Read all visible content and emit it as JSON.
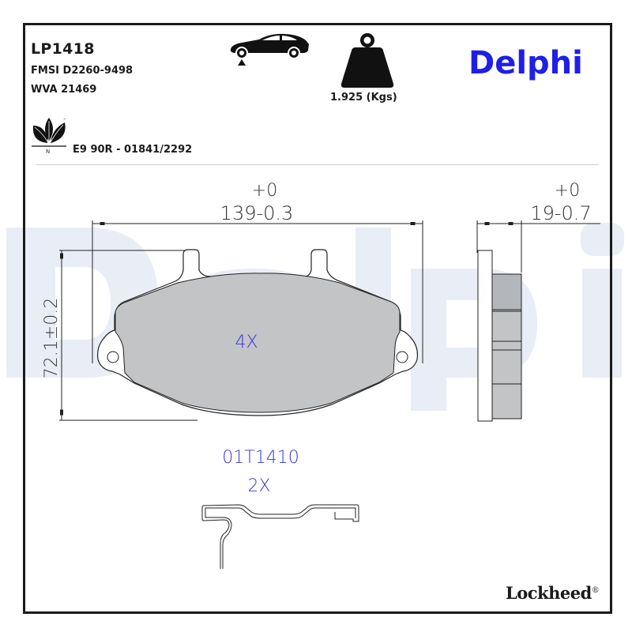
{
  "header": {
    "part_number": "LP1418",
    "fmsi": "FMSI D2260-9498",
    "wva": "WVA 21469",
    "weight_label": "1.925 (Kgs)",
    "brand": "Delphi",
    "ece_approval": "E9 90R - 01841/2292",
    "eco_mark_letter": "N",
    "eco_mark_tm": "™"
  },
  "icons": {
    "axle": "car-axle-icon",
    "weight": "weight-icon",
    "eco": "leaf-icon"
  },
  "dimensions": {
    "width_upper_tol": "+0",
    "width_value": "139-0.3",
    "thickness_upper_tol": "+0",
    "thickness_value": "19-0.7",
    "height_value": "72.1±0.2"
  },
  "pad": {
    "quantity": "4X"
  },
  "accessory": {
    "code": "01T1410",
    "quantity": "2X"
  },
  "footer": {
    "brand": "Lockheed",
    "registered": "®"
  },
  "colors": {
    "brand_blue": "#1f1fe8",
    "annotation_blue": "#3a3ad8",
    "friction_gray": "#c4c4c4",
    "watermark": "#e6eaf3"
  }
}
